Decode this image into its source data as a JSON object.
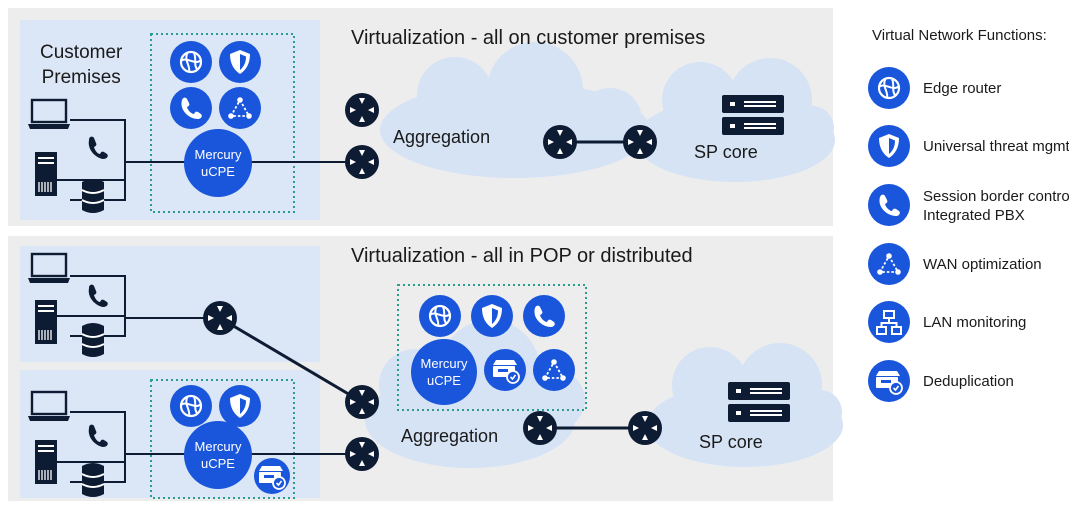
{
  "panels": {
    "top": {
      "title": "Virtualization - all on customer premises",
      "customer_label_line1": "Customer",
      "customer_label_line2": "Premises",
      "ucpe_line1": "Mercury",
      "ucpe_line2": "uCPE",
      "aggregation": "Aggregation",
      "sp_core": "SP core"
    },
    "bottom": {
      "title": "Virtualization - all in POP or distributed",
      "pop_ucpe_line1": "Mercury",
      "pop_ucpe_line2": "uCPE",
      "site_ucpe_line1": "Mercury",
      "site_ucpe_line2": "uCPE",
      "aggregation": "Aggregation",
      "sp_core": "SP core"
    }
  },
  "legend": {
    "title": "Virtual Network Functions:",
    "items": [
      {
        "icon": "globe-icon",
        "label_line1": "Edge router",
        "label_line2": ""
      },
      {
        "icon": "shield-icon",
        "label_line1": "Universal threat mgmt",
        "label_line2": ""
      },
      {
        "icon": "phone-icon",
        "label_line1": "Session border control/",
        "label_line2": "Integrated PBX"
      },
      {
        "icon": "wan-triangle-icon",
        "label_line1": "WAN optimization",
        "label_line2": ""
      },
      {
        "icon": "lan-tree-icon",
        "label_line1": "LAN monitoring",
        "label_line2": ""
      },
      {
        "icon": "dedup-drive-icon",
        "label_line1": "Deduplication",
        "label_line2": ""
      }
    ]
  },
  "colors": {
    "accent_blue": "#1a56db",
    "panel_gray": "#ededed",
    "site_blue": "#dbe6f7",
    "cloud": "#d5e3f5",
    "dotted_teal": "#2a9d8f",
    "router": "#0d1b33"
  }
}
